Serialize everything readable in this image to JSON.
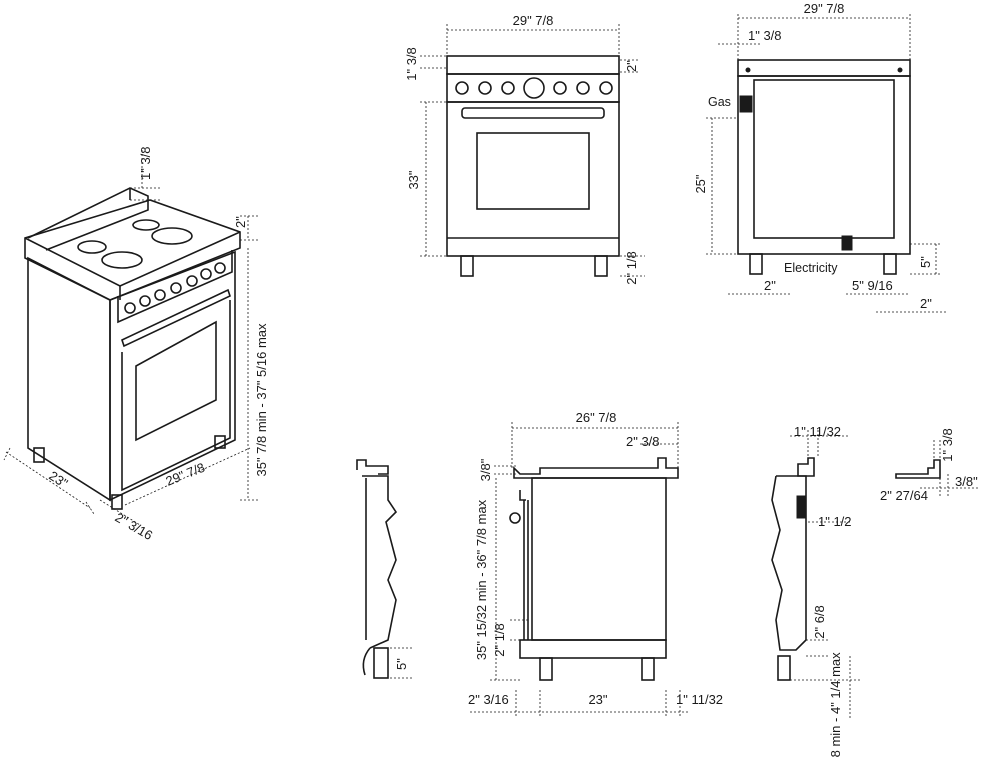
{
  "iso_view": {
    "top_gap": "1\" 3/8",
    "rear_height": "2\"",
    "height": "35\" 7/8 min - 37\" 5/16 max",
    "depth": "23\"",
    "width": "29\" 7/8",
    "handle": "2\" 3/16"
  },
  "front_view": {
    "width": "29\" 7/8",
    "top": "1\" 3/8",
    "panel": "2\"",
    "height": "33\"",
    "leg": "2\" 1/8"
  },
  "rear_view": {
    "width": "29\" 7/8",
    "offset": "1\" 3/8",
    "gas_label": "Gas",
    "gas_height": "25\"",
    "electricity_label": "Electricity",
    "elec_height": "5\"",
    "left_offset": "2\"",
    "elec_offset": "5\" 9/16",
    "right_offset": "2\""
  },
  "side_view": {
    "depth": "26\" 7/8",
    "rear_offset": "2\" 3/8",
    "top_gap": "3/8\"",
    "height": "35\" 15/32 min - 36\" 7/8 max",
    "leg": "2\" 1/8",
    "front_offset": "2\" 3/16",
    "body_depth": "23\"",
    "rear_gap": "1\" 11/32"
  },
  "left_section": {
    "leg": "5\""
  },
  "right_section": {
    "top": "1\" 11/32",
    "mid": "1\" 1/2",
    "foot": "2\" 6/8",
    "leg": "2\" 6/8 min - 4\" 1/4 max"
  },
  "detail": {
    "height": "1\" 3/8",
    "offset": "3/8\"",
    "width": "2\" 27/64"
  }
}
